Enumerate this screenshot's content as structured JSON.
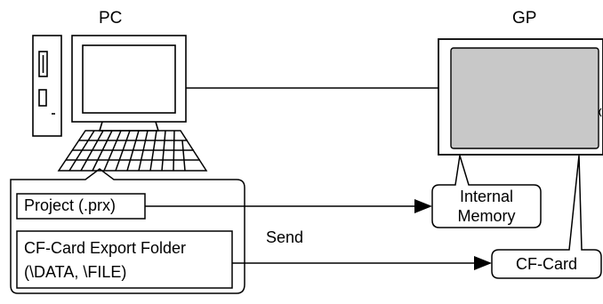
{
  "pc_label": "PC",
  "gp_label": "GP",
  "project_box": "Project (.prx)",
  "cf_folder_box": {
    "line1": "CF-Card Export Folder",
    "line2": "(\\DATA, \\FILE)"
  },
  "send_label": "Send",
  "internal_memory": {
    "line1": "Internal",
    "line2": "Memory"
  },
  "cf_card": "CF-Card",
  "colors": {
    "stroke": "#000000",
    "gp_screen_fill": "#c8c8c8",
    "background": "#ffffff"
  }
}
